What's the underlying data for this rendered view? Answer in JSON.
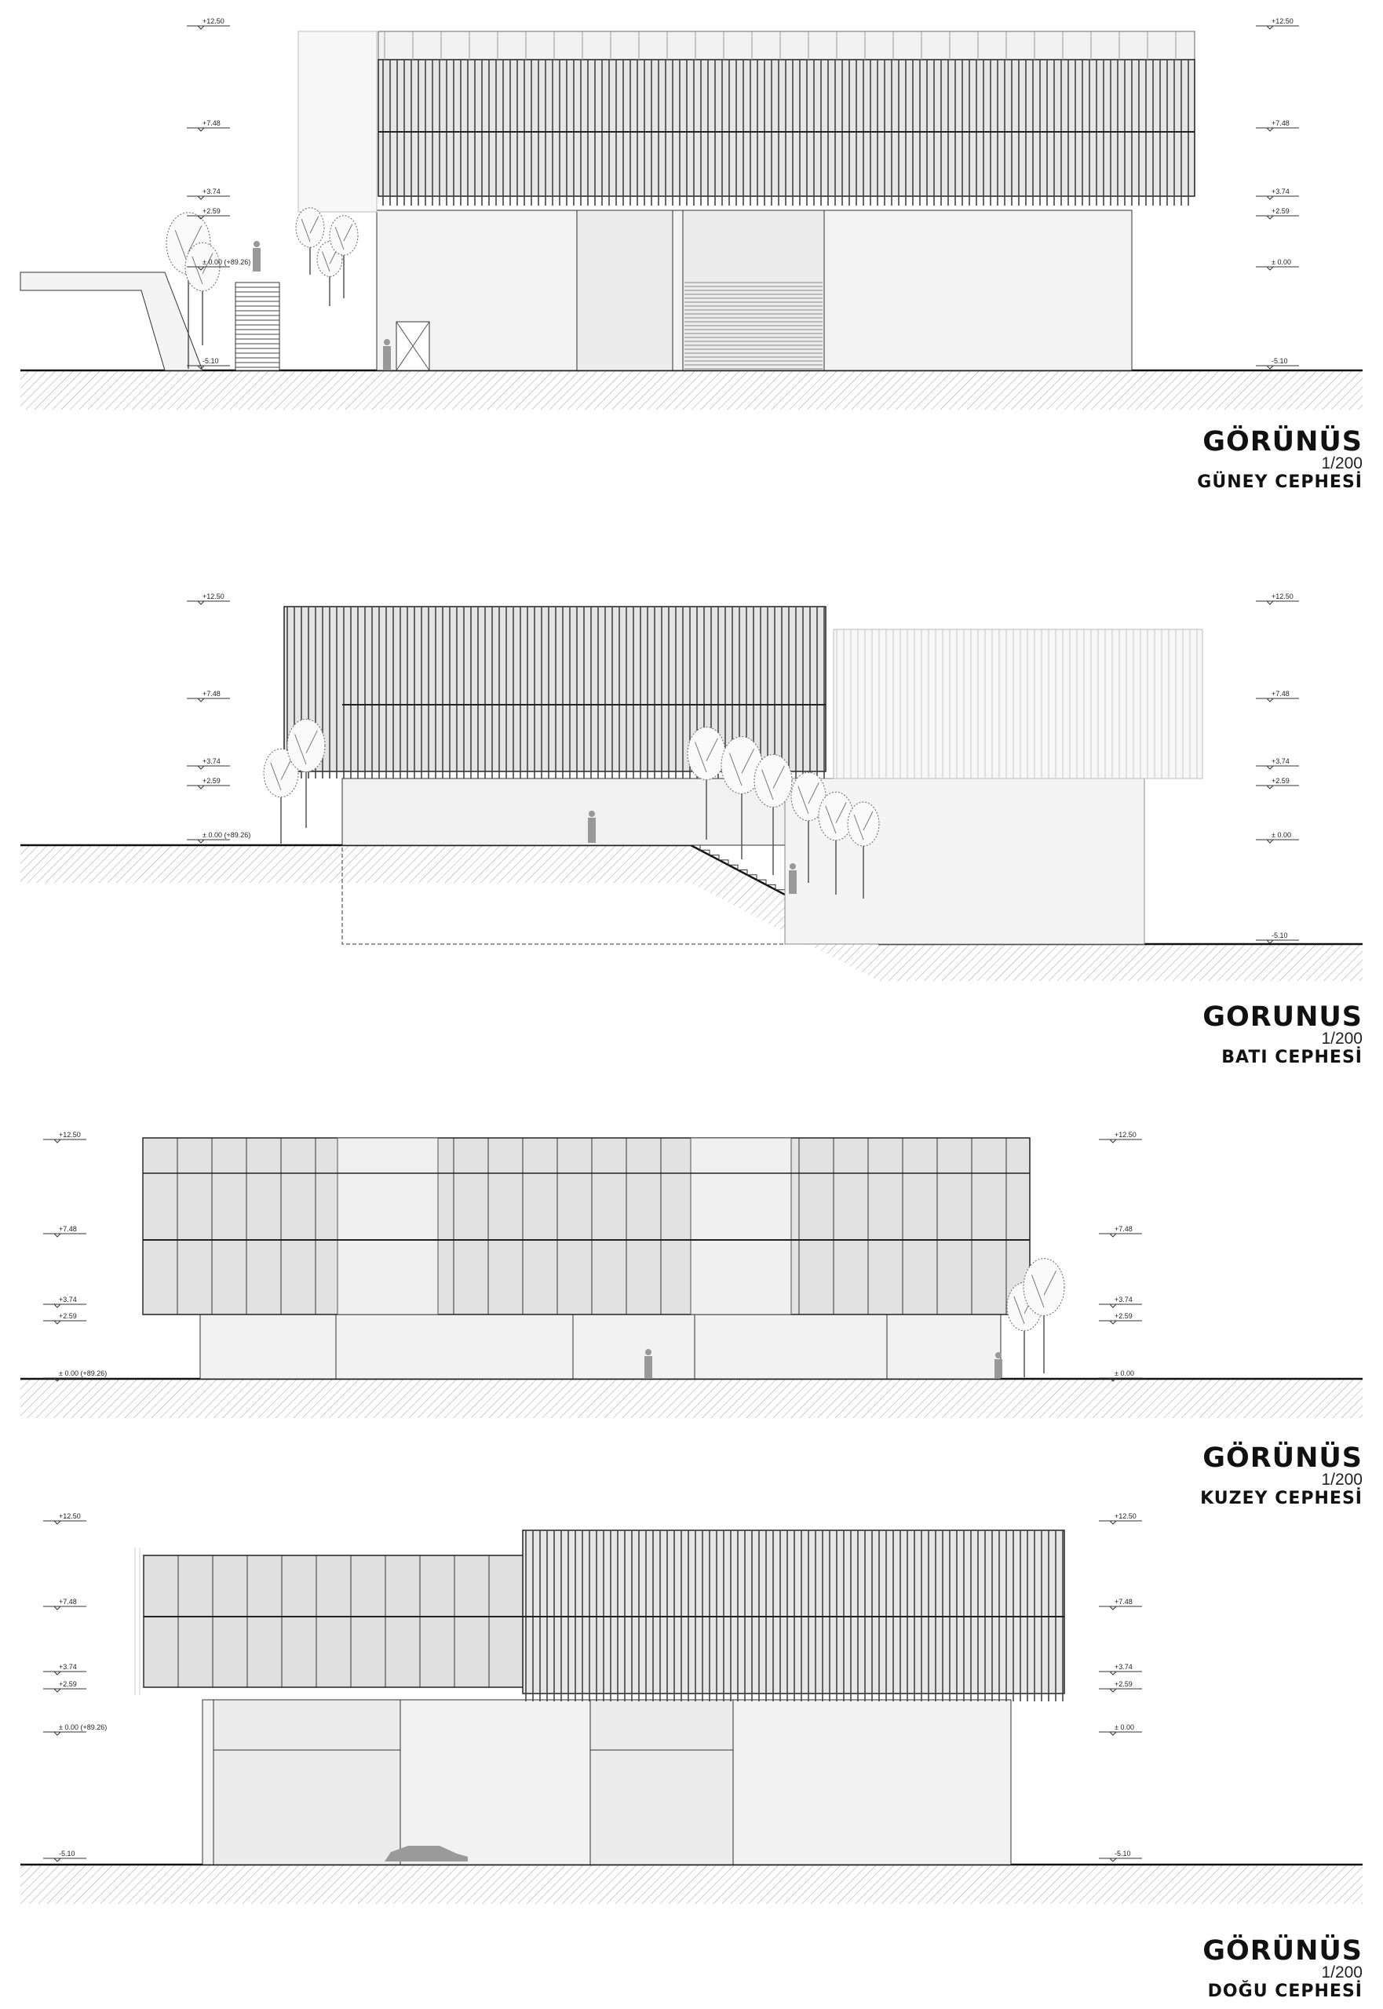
{
  "drawings": [
    {
      "id": "guney",
      "title": "GÖRÜNÜS",
      "scale": "1/200",
      "subtitle": "GÜNEY CEPHESİ",
      "levels_left": [
        "+12.50",
        "+7.48",
        "+3.74",
        "+2.59",
        "± 0.00 (+89.26)",
        "-5.10"
      ],
      "levels_right": [
        "+12.50",
        "+7.48",
        "+3.74",
        "+2.59",
        "± 0.00",
        "-5.10"
      ]
    },
    {
      "id": "bati",
      "title": "GORUNUS",
      "scale": "1/200",
      "subtitle": "BATI CEPHESİ",
      "levels_left": [
        "+12.50",
        "+7.48",
        "+3.74",
        "+2.59",
        "± 0.00 (+89.26)"
      ],
      "levels_right": [
        "+12.50",
        "+7.48",
        "+3.74",
        "+2.59",
        "± 0.00",
        "-5.10"
      ]
    },
    {
      "id": "kuzey",
      "title": "GÖRÜNÜS",
      "scale": "1/200",
      "subtitle": "KUZEY CEPHESİ",
      "levels_left": [
        "+12.50",
        "+7.48",
        "+3.74",
        "+2.59",
        "± 0.00 (+89.26)"
      ],
      "levels_right": [
        "+12.50",
        "+7.48",
        "+3.74",
        "+2.59",
        "± 0.00"
      ]
    },
    {
      "id": "dogu",
      "title": "GÖRÜNÜS",
      "scale": "1/200",
      "subtitle": "DOĞU CEPHESİ",
      "levels_left": [
        "+12.50",
        "+7.48",
        "+3.74",
        "+2.59",
        "± 0.00 (+89.26)",
        "-5.10"
      ],
      "levels_right": [
        "+12.50",
        "+7.48",
        "+3.74",
        "+2.59",
        "± 0.00",
        "-5.10"
      ]
    }
  ],
  "colors": {
    "line": "#222222",
    "panel_dark": "#d9d9d9",
    "panel_light": "#eeeeee",
    "hatch": "#9a9a9a"
  }
}
